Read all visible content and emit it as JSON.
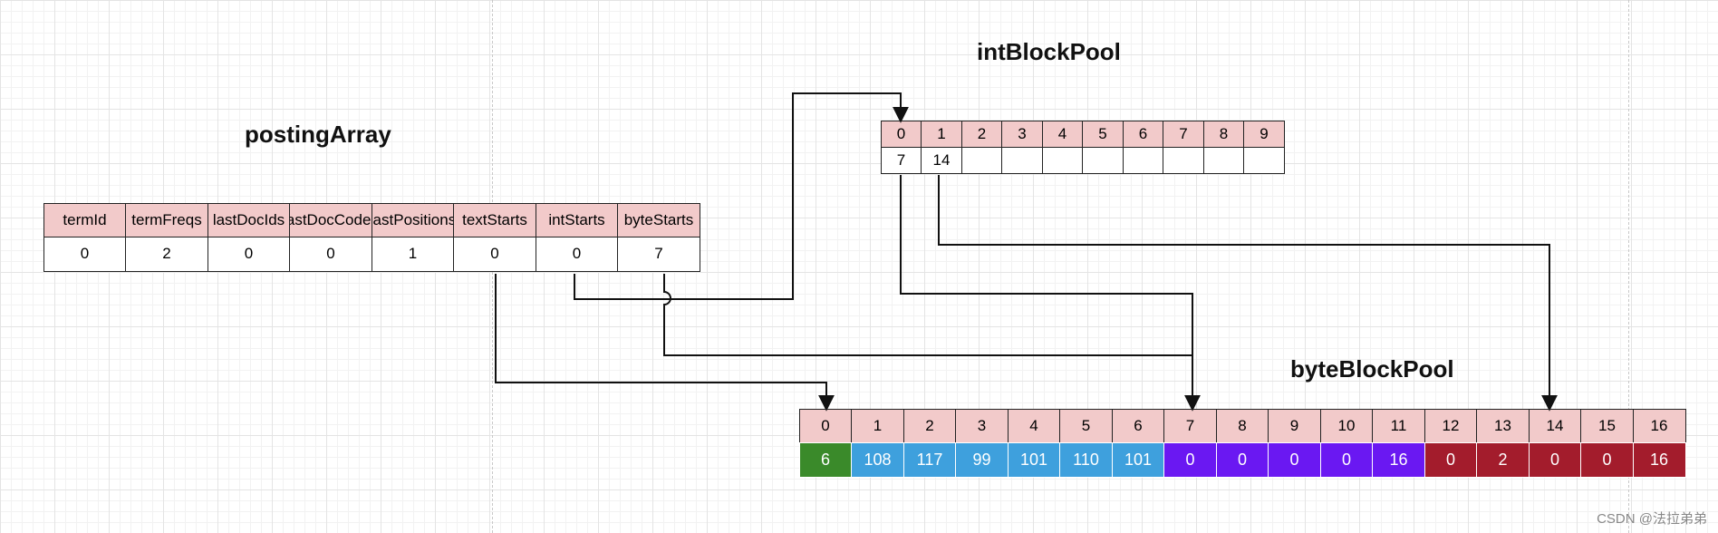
{
  "titles": {
    "posting_array": "postingArray",
    "int_block_pool": "intBlockPool",
    "byte_block_pool": "byteBlockPool"
  },
  "posting_array": {
    "headers": [
      "termId",
      "termFreqs",
      "lastDocIds",
      "lastDocCodes",
      "lastPositions",
      "textStarts",
      "intStarts",
      "byteStarts"
    ],
    "values": [
      "0",
      "2",
      "0",
      "0",
      "1",
      "0",
      "0",
      "7"
    ]
  },
  "int_block_pool": {
    "indices": [
      "0",
      "1",
      "2",
      "3",
      "4",
      "5",
      "6",
      "7",
      "8",
      "9"
    ],
    "values": [
      "7",
      "14",
      "",
      "",
      "",
      "",
      "",
      "",
      "",
      ""
    ]
  },
  "byte_block_pool": {
    "indices": [
      "0",
      "1",
      "2",
      "3",
      "4",
      "5",
      "6",
      "7",
      "8",
      "9",
      "10",
      "11",
      "12",
      "13",
      "14",
      "15",
      "16"
    ],
    "values": [
      "6",
      "108",
      "117",
      "99",
      "101",
      "110",
      "101",
      "0",
      "0",
      "0",
      "0",
      "16",
      "0",
      "2",
      "0",
      "0",
      "16"
    ],
    "segment_colors": [
      "#3a8a2a",
      "#3ea0dd",
      "#3ea0dd",
      "#3ea0dd",
      "#3ea0dd",
      "#3ea0dd",
      "#3ea0dd",
      "#6a18f2",
      "#6a18f2",
      "#6a18f2",
      "#6a18f2",
      "#6a18f2",
      "#a31c2c",
      "#a31c2c",
      "#a31c2c",
      "#a31c2c",
      "#a31c2c"
    ]
  },
  "watermark": "CSDN @法拉弟弟"
}
